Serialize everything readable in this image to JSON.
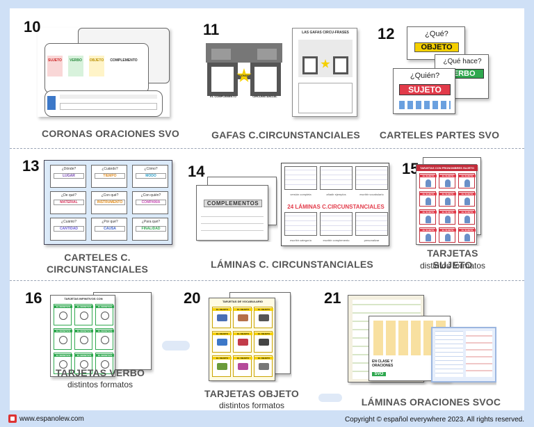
{
  "items": [
    {
      "number": "10",
      "title": "CORONAS ORACIONES SVO",
      "subtitle": ""
    },
    {
      "number": "11",
      "title": "GAFAS C.CIRCUNSTANCIALES",
      "subtitle": ""
    },
    {
      "number": "12",
      "title": "CARTELES PARTES SVO",
      "subtitle": ""
    },
    {
      "number": "13",
      "title": "CARTELES C. CIRCUNSTANCIALES",
      "subtitle": ""
    },
    {
      "number": "14",
      "title": "LÁMINAS C. CIRCUNSTANCIALES",
      "subtitle": ""
    },
    {
      "number": "15",
      "title": "TARJETAS SUJETO",
      "subtitle": "distintos formatos"
    },
    {
      "number": "16",
      "title": "TARJETAS VERBO",
      "subtitle": "distintos formatos"
    },
    {
      "number": "20",
      "title": "TARJETAS OBJETO",
      "subtitle": "distintos formatos"
    },
    {
      "number": "21",
      "title": "LÁMINAS ORACIONES SVOC",
      "subtitle": ""
    }
  ],
  "thumb_text": {
    "crown_labels": [
      "SUJETO",
      "VERBO",
      "OBJETO",
      "COMPLEMENTO"
    ],
    "gafas_title": "LAS GAFAS CIRCU-FRASES",
    "gafas_left": "EL COMPLEMENTO",
    "gafas_right": "CIRCUNSTANCIAL",
    "gafas_star": "¿DÓNDE?",
    "svo_q1": "¿Qué?",
    "svo_w1": "OBJETO",
    "svo_q2": "¿Qué hace?",
    "svo_w2": "VERBO",
    "svo_q3": "¿Quién?",
    "svo_w3": "SUJETO",
    "cc_questions": [
      "¿Dónde?",
      "¿Cuándo?",
      "¿Cómo?",
      "¿De qué?",
      "¿Con qué?",
      "¿Con quién?",
      "¿Cuánto?",
      "¿Por qué?",
      "¿Para qué?"
    ],
    "cc_words": [
      "LUGAR",
      "TIEMPO",
      "MODO",
      "MATERIAL",
      "INSTRUMENTO",
      "COMPAÑÍA",
      "CANTIDAD",
      "CAUSA",
      "FINALIDAD"
    ],
    "laminas_word": "COMPLEMENTOS",
    "laminas_banner": "24 LÁMINAS C.CIRCUNSTANCIALES",
    "laminas_captions": [
      "versión completa",
      "añadir ejemplos",
      "escribir vocabulario",
      "escribir categoría",
      "escribir complemento",
      "personalizar"
    ],
    "sujeto_header": "TARJETAS CON PRONOMBRES SUJETO",
    "sujeto_cell": "EL SUJETO",
    "verbo_header": "TARJETAS INFINITIVOS CON",
    "verbo_cell": "EL INFINITIVO",
    "objeto_header": "TARJETAS DE VOCABULARIO",
    "objeto_cell": "EL OBJETO",
    "svoc_label": "EN CLASE Y ORACIONES",
    "svoc_mark": "SVO"
  },
  "footer": {
    "website": "www.espanolew.com",
    "copyright": "Copyright © español everywhere 2023. All rights reserved."
  },
  "colors": {
    "background": "#cfe0f6",
    "sujeto": "#e23b4a",
    "verbo": "#2fa84f",
    "objeto": "#f2c200",
    "accent_blue": "#3c78c8"
  }
}
